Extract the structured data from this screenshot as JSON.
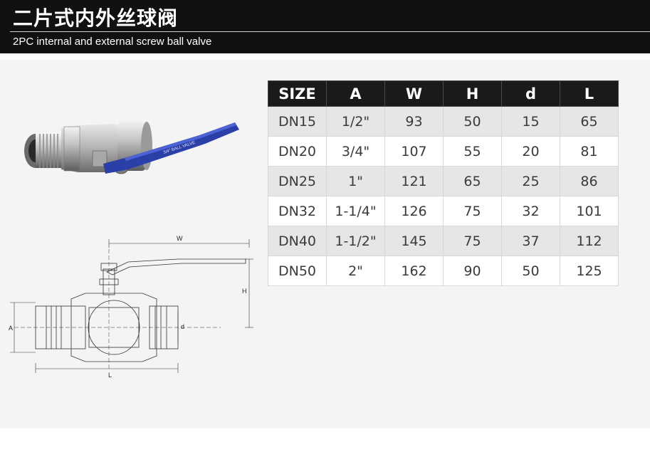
{
  "header": {
    "title": "二片式内外丝球阀",
    "subtitle": "2PC internal and external screw ball valve"
  },
  "drawing": {
    "labels": {
      "w": "W",
      "h": "H",
      "a": "A",
      "d": "d",
      "l": "L"
    }
  },
  "product_photo": {
    "handle_color": "#2b3fa8",
    "handle_text": "3/4\" BALL VALVE"
  },
  "table": {
    "headers": [
      "SIZE",
      "A",
      "W",
      "H",
      "d",
      "L"
    ],
    "rows": [
      [
        "DN15",
        "1/2\"",
        "93",
        "50",
        "15",
        "65"
      ],
      [
        "DN20",
        "3/4\"",
        "107",
        "55",
        "20",
        "81"
      ],
      [
        "DN25",
        "1\"",
        "121",
        "65",
        "25",
        "86"
      ],
      [
        "DN32",
        "1-1/4\"",
        "126",
        "75",
        "32",
        "101"
      ],
      [
        "DN40",
        "1-1/2\"",
        "145",
        "75",
        "37",
        "112"
      ],
      [
        "DN50",
        "2\"",
        "162",
        "90",
        "50",
        "125"
      ]
    ]
  }
}
